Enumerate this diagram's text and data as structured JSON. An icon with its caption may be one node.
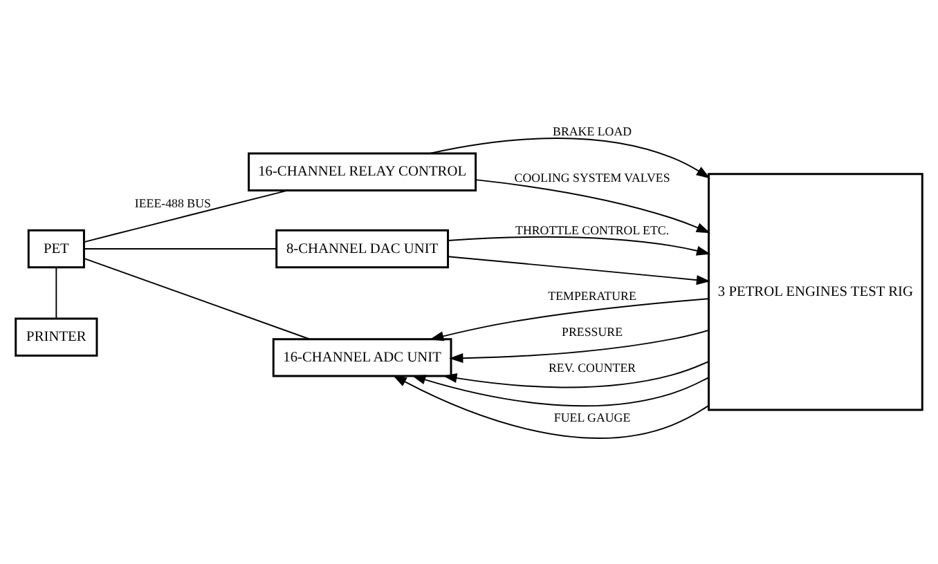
{
  "diagram": {
    "nodes": [
      {
        "text": [
          "PET"
        ]
      },
      {
        "text": [
          "16-CHANNEL RELAY CONTROL"
        ]
      },
      {
        "text": [
          "8-CHANNEL DAC UNIT"
        ]
      },
      {
        "text": [
          "PRINTER"
        ]
      },
      {
        "text": [
          "16-CHANNEL ADC UNIT"
        ]
      },
      {
        "text": [
          "3 PETROL ENGINES TEST RIG"
        ]
      }
    ],
    "edges": [
      {
        "from": 0,
        "to": 1,
        "arrow": "none",
        "label": "IEEE-488 BUS"
      },
      {
        "from": 0,
        "to": 2,
        "arrow": "none"
      },
      {
        "from": 0,
        "to": 3,
        "arrow": "none"
      },
      {
        "from": 0,
        "to": 4,
        "arrow": "none"
      },
      {
        "from": 1,
        "to": 5,
        "arrow": "to",
        "label": "BRAKE LOAD"
      },
      {
        "from": 1,
        "to": 5,
        "arrow": "to",
        "label": "COOLING SYSTEM VALVES"
      },
      {
        "from": 2,
        "to": 5,
        "arrow": "to",
        "label": "THROTTLE CONTROL ETC."
      },
      {
        "from": 2,
        "to": 5,
        "arrow": "to"
      },
      {
        "from": 5,
        "to": 4,
        "arrow": "to",
        "label": "TEMPERATURE"
      },
      {
        "from": 5,
        "to": 4,
        "arrow": "to",
        "label": "PRESSURE"
      },
      {
        "from": 5,
        "to": 4,
        "arrow": "to",
        "label": "REV. COUNTER"
      },
      {
        "from": 5,
        "to": 4,
        "arrow": "to"
      },
      {
        "from": 5,
        "to": 4,
        "arrow": "to",
        "label": "FUEL GAUGE"
      }
    ]
  }
}
